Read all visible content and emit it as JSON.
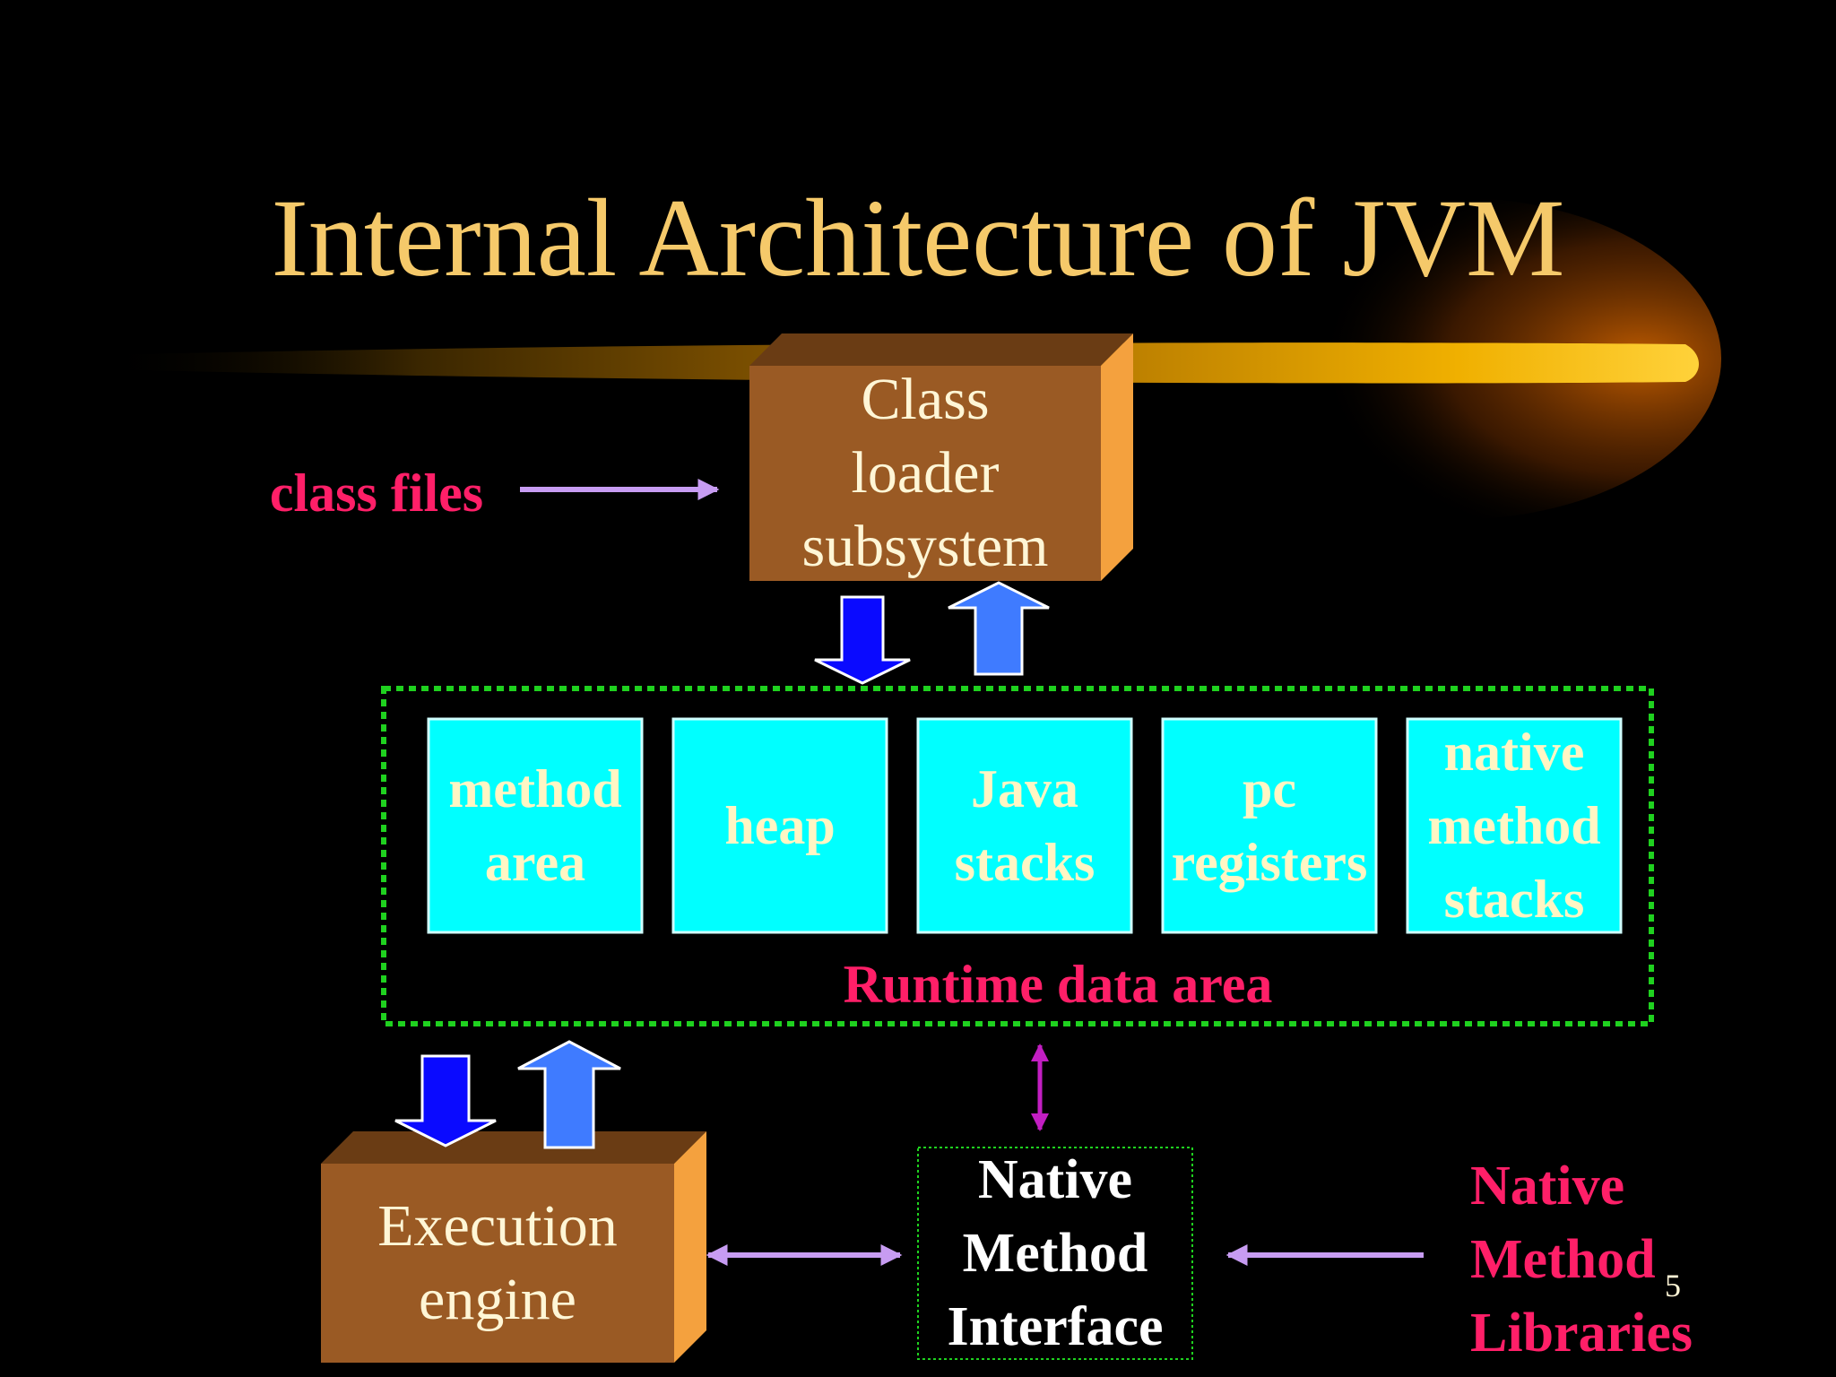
{
  "title": "Internal Architecture of JVM",
  "inputs": {
    "class_files": "class files",
    "native_libraries": [
      "Native",
      "Method",
      "Libraries"
    ]
  },
  "class_loader": {
    "lines": [
      "Class",
      "loader",
      "subsystem"
    ]
  },
  "runtime_area": {
    "label": "Runtime data area",
    "items": [
      {
        "lines": [
          "method",
          "area"
        ]
      },
      {
        "lines": [
          "heap"
        ]
      },
      {
        "lines": [
          "Java",
          "stacks"
        ]
      },
      {
        "lines": [
          "pc",
          "registers"
        ]
      },
      {
        "lines": [
          "native",
          "method",
          "stacks"
        ]
      }
    ]
  },
  "execution_engine": {
    "lines": [
      "Execution",
      "engine"
    ]
  },
  "native_interface": {
    "lines": [
      "Native",
      "Method",
      "Interface"
    ]
  },
  "page_number": "5",
  "colors": {
    "background": "#000000",
    "title": "#f5c96a",
    "brown_box": "#9a5a24",
    "brown_side": "#f4a13e",
    "cyan_box": "#00ffff",
    "accent_pink": "#ff1f68",
    "dashed_border": "#1fd11f",
    "arrow_dark_blue": "#0a0aff",
    "arrow_light_blue": "#3f7bff",
    "arrow_lavender": "#c79cf2",
    "arrow_magenta": "#c21ec2"
  }
}
